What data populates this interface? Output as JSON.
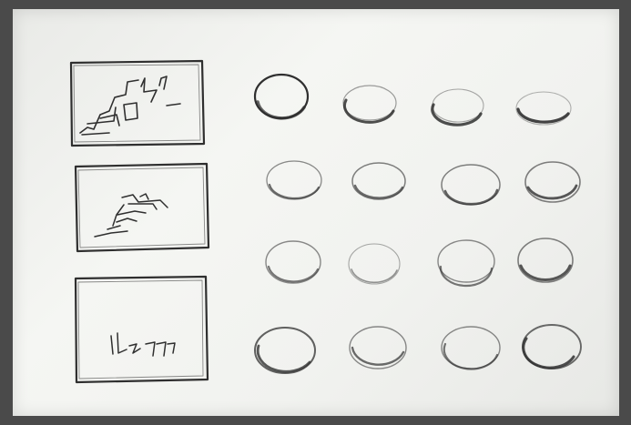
{
  "sketch": {
    "panels": [
      {
        "name": "thumbnail-panel-1",
        "scribble": "stair-sketch"
      },
      {
        "name": "thumbnail-panel-2",
        "scribble": "boat-sketch"
      },
      {
        "name": "thumbnail-panel-3",
        "scribble": "handwritten-scribble"
      }
    ],
    "circle_grid": {
      "rows": 4,
      "columns": 4
    },
    "colors": {
      "frame": "#4a4a4a",
      "paper": "#f1f2ef",
      "ink": "#2f2f2f"
    }
  }
}
